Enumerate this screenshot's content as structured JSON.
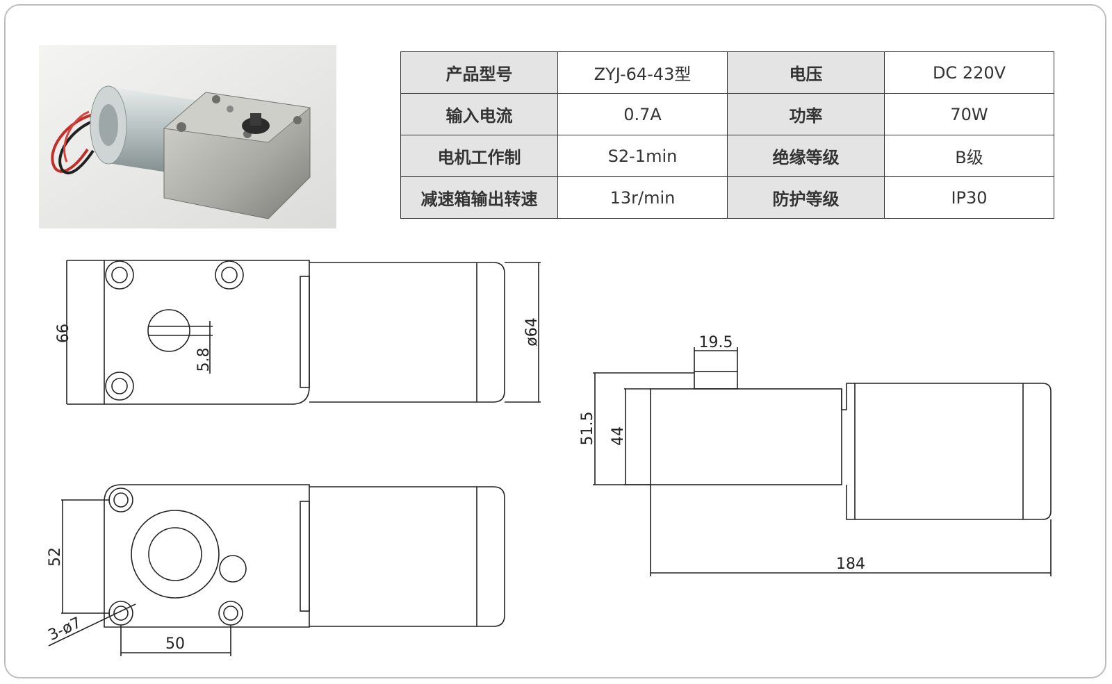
{
  "spec_table": {
    "rows": [
      {
        "label1": "产品型号",
        "value1": "ZYJ-64-43型",
        "label2": "电压",
        "value2": "DC  220V"
      },
      {
        "label1": "输入电流",
        "value1": "0.7A",
        "label2": "功率",
        "value2": "70W"
      },
      {
        "label1": "电机工作制",
        "value1": "S2-1min",
        "label2": "绝缘等级",
        "value2": "B级"
      },
      {
        "label1": "减速箱输出转速",
        "value1": "13r/min",
        "label2": "防护等级",
        "value2": "IP30"
      }
    ]
  },
  "dimensions": {
    "height_66": "66",
    "slot_5_8": "5.8",
    "diameter_64": "ø64",
    "hole_spacing_52": "52",
    "holes_3_phi7": "3-ø7",
    "hole_spacing_50": "50",
    "shaft_19_5": "19.5",
    "height_51_5": "51.5",
    "height_44": "44",
    "length_184": "184"
  },
  "colors": {
    "line": "#222222",
    "header_bg": "#e4e4e4",
    "frame": "#bdbdbd"
  }
}
